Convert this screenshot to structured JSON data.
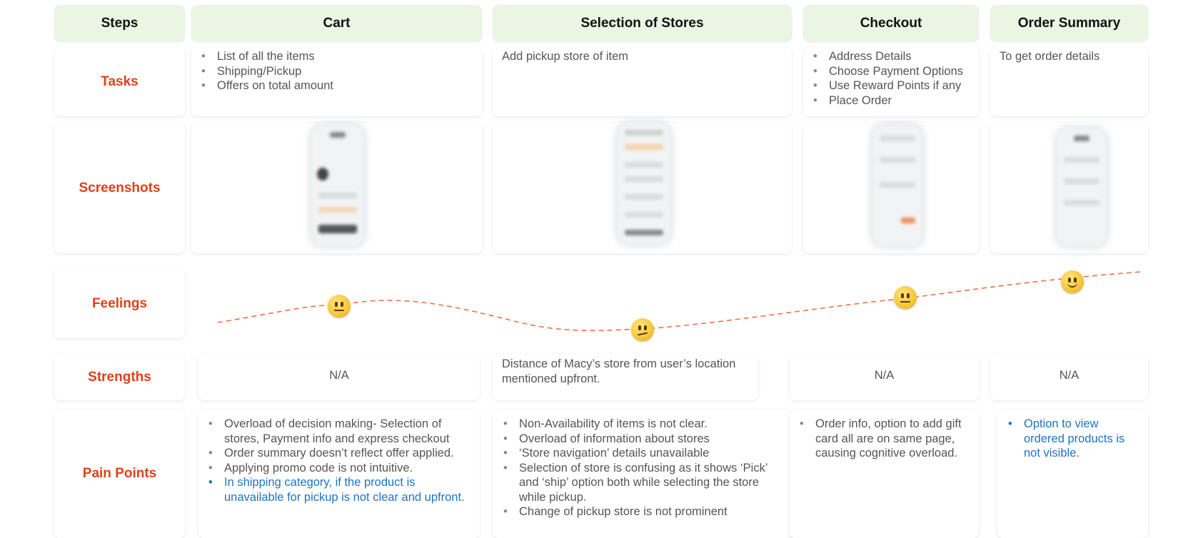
{
  "columns": {
    "steps": "Steps",
    "cart": "Cart",
    "stores": "Selection of Stores",
    "checkout": "Checkout",
    "summary": "Order Summary"
  },
  "rows": {
    "tasks": "Tasks",
    "screenshots": "Screenshots",
    "feelings": "Feelings",
    "strengths": "Strengths",
    "pain_points": "Pain Points"
  },
  "tasks": {
    "cart": [
      "List of all the items",
      "Shipping/Pickup",
      "Offers on total amount"
    ],
    "stores": "Add pickup store of item",
    "checkout": [
      "Address Details",
      "Choose Payment Options",
      "Use Reward Points if any",
      "Place Order"
    ],
    "summary": "To get order details"
  },
  "feelings": {
    "cart": "neutral-face-icon",
    "stores": "confused-face-icon",
    "checkout": "neutral-face-icon",
    "summary": "slightly-smiling-face-icon",
    "line_color": "#f07048"
  },
  "strengths": {
    "cart": "N/A",
    "stores": "Distance of Macy’s store from user’s location mentioned upfront.",
    "checkout": "N/A",
    "summary": "N/A"
  },
  "pain_points": {
    "cart": [
      "Overload of decision making- Selection of stores, Payment info and express checkout",
      "Order summary doesn’t reflect offer applied.",
      "Applying promo code is not intuitive.",
      "In shipping category, if the product is unavailable for pickup is not clear and upfront."
    ],
    "stores": [
      "Non-Availability of items is not clear.",
      "Overload of information about stores",
      "‘Store navigation’ details unavailable",
      "Selection of store is confusing as it shows ‘Pick’ and ‘ship’ option both while selecting the store while pickup.",
      "Change of pickup store is not prominent"
    ],
    "checkout": [
      "Order info, option to add gift card all are on same page, causing cognitive overload."
    ],
    "summary": [
      "Option to view ordered products is not visible."
    ]
  },
  "colors": {
    "header_bg": "#eaf5e4",
    "row_label": "#e0401a",
    "highlight": "#1f72c4"
  }
}
